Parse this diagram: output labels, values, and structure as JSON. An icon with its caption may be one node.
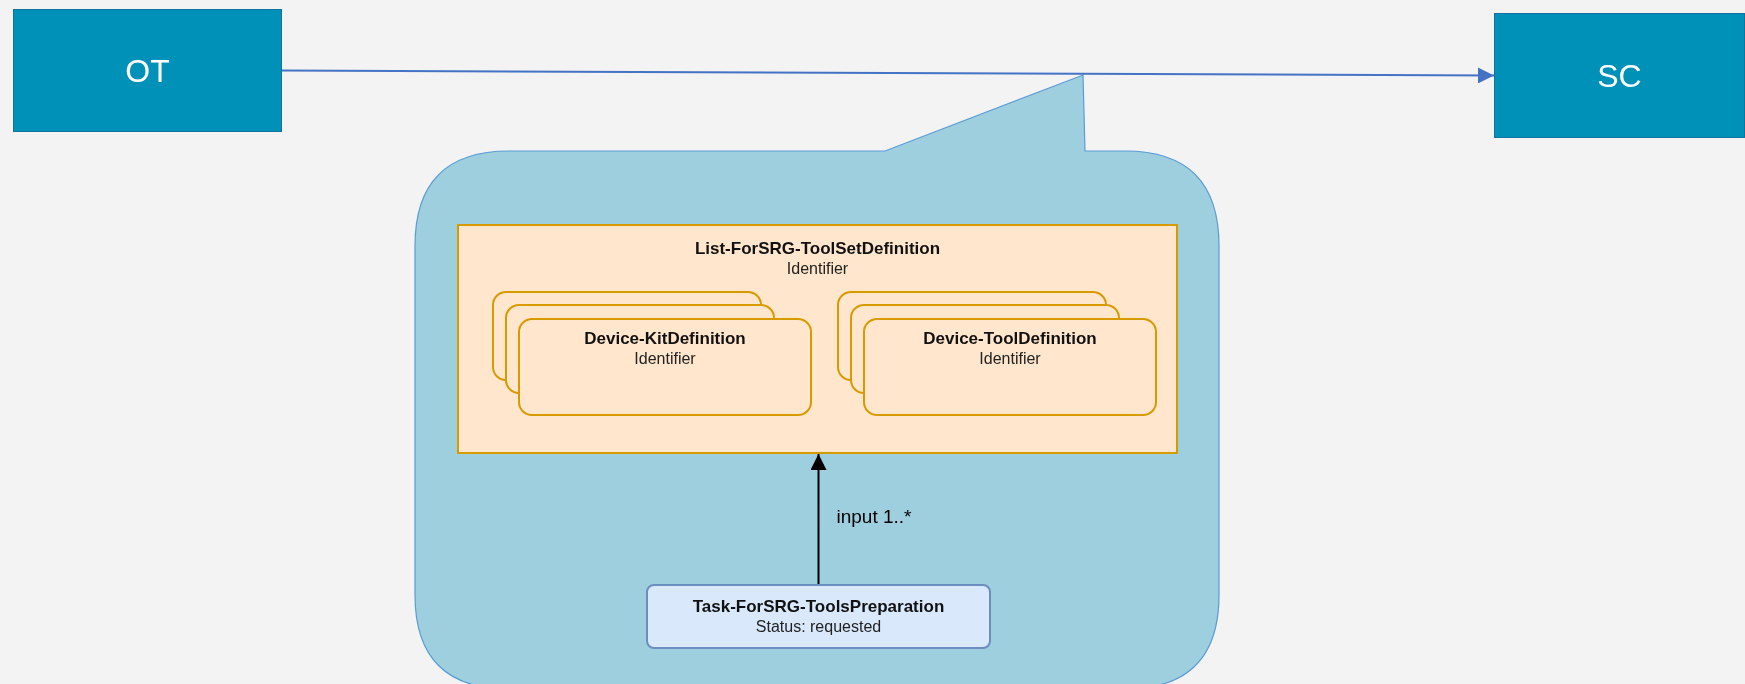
{
  "diagram": {
    "nodes": [
      {
        "text": [
          "OT"
        ]
      },
      {
        "text": [
          "SC"
        ]
      },
      {
        "text": [],
        "shape": "callout"
      },
      {
        "text": [
          "List-ForSRG-ToolSetDefinition",
          "Identifier"
        ],
        "in": 2
      },
      {
        "text": [
          "Device-KitDefinition",
          "Identifier"
        ],
        "in": 3
      },
      {
        "text": [
          "Device-ToolDefinition",
          "Identifier"
        ],
        "in": 3
      },
      {
        "text": [
          "Task-ForSRG-ToolsPreparation",
          "Status: requested"
        ],
        "in": 2
      }
    ],
    "edges": [
      {
        "from": 0,
        "to": 1,
        "arrow": "to",
        "color": "#4472c4"
      },
      {
        "from": 6,
        "to": 3,
        "arrow": "to",
        "label": "input 1..*",
        "color": "#000000"
      }
    ]
  }
}
